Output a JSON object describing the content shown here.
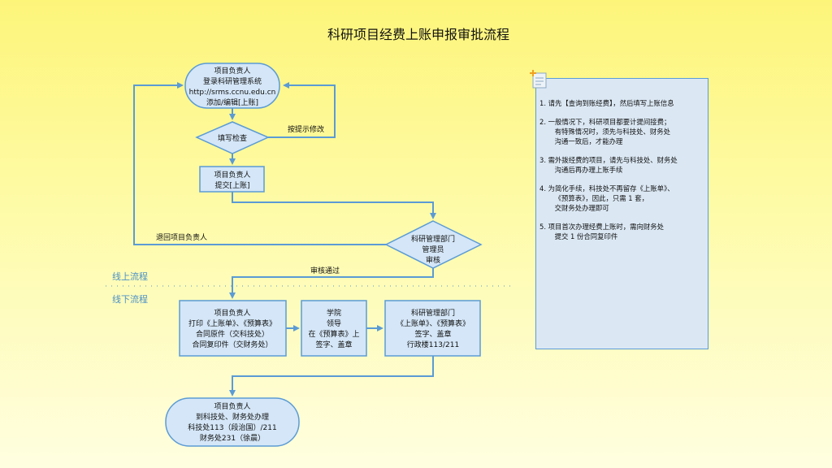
{
  "title": "科研项目经费上账申报审批流程",
  "lanes": {
    "online": "线上流程",
    "offline": "线下流程"
  },
  "nodes": {
    "start": [
      "项目负责人",
      "登录科研管理系统",
      "http://srms.ccnu.edu.cn",
      "添加/编辑[上账]"
    ],
    "check": "填写检查",
    "submit": [
      "项目负责人",
      "提交[上账]"
    ],
    "review": [
      "科研管理部门",
      "管理员",
      "审核"
    ],
    "print": [
      "项目负责人",
      "打印《上账单》、《预算表》",
      "合同原件（交科技处）",
      "合同复印件（交财务处）"
    ],
    "college": [
      "学院",
      "领导",
      "在《预算表》上",
      "签字、盖章"
    ],
    "dept": [
      "科研管理部门",
      "《上账单》、《预算表》",
      "签字、盖章",
      "行政楼113/211"
    ],
    "end": [
      "项目负责人",
      "到科技处、财务处办理",
      "科技处113（段治国）/211",
      "财务处231（徐晨）"
    ]
  },
  "edges": {
    "modify": "按提示修改",
    "return": "退回项目负责人",
    "pass": "审核通过"
  },
  "notes": [
    "1. 请先【查询到账经费】，然后填写上账信息",
    "2. 一般情况下，科研项目都要计提间接费；\n       有特殊情况时，须先与科技处、财务处\n       沟通一致后，才能办理",
    "3. 需外拨经费的项目，请先与科技处、财务处\n       沟通后再办理上账手续",
    "4. 为简化手续，科技处不再留存《上账单》、\n       《预算表》，因此，只需 1 套，\n       交财务处办理即可",
    "5. 项目首次办理经费上账时，需向财务处\n       提交 1 份合同复印件"
  ]
}
